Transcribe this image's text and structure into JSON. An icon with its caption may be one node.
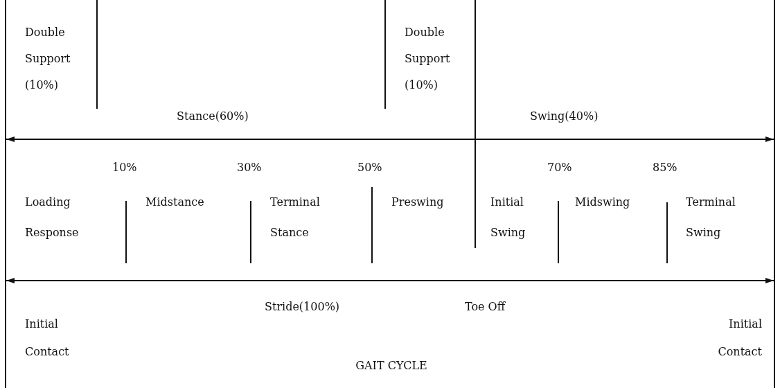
{
  "diagram": {
    "title": "GAIT CYCLE",
    "labels": [
      "Double Support (10%)",
      "Double Support (10%)",
      "Stance(60%)",
      "Swing(40%)",
      "10%",
      "30%",
      "50%",
      "70%",
      "85%",
      "Loading Response",
      "Midstance",
      "Terminal Stance",
      "Preswing",
      "Initial Swing",
      "Midswing",
      "Terminal Swing",
      "Stride(100%)",
      "Toe Off",
      "Initial Contact",
      "Initial Contact"
    ]
  }
}
